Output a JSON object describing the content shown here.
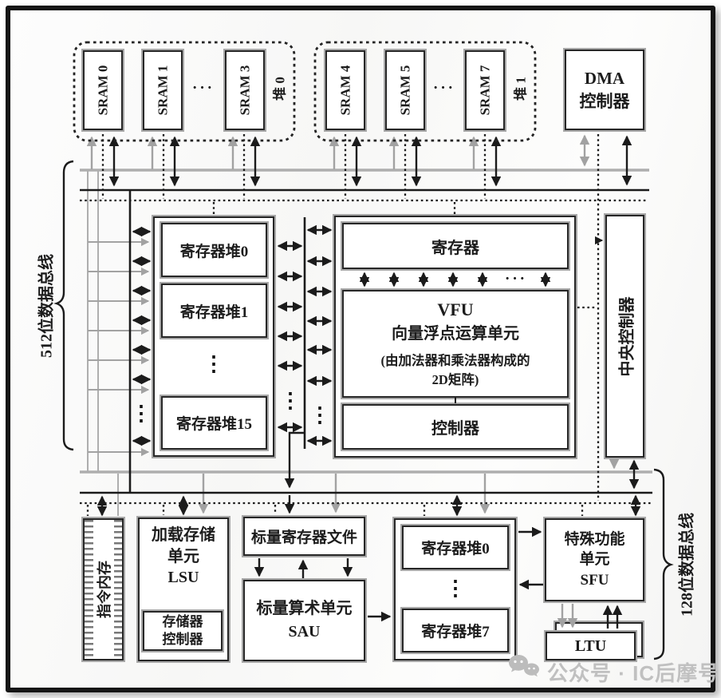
{
  "symbols": {
    "dots_v": "⋮",
    "dots_h": "···"
  },
  "top": {
    "bank0": {
      "label": "堆 0",
      "sram_a": "SRAM 0",
      "sram_b": "SRAM 1",
      "sram_c": "SRAM 3"
    },
    "bank1": {
      "label": "堆 1",
      "sram_a": "SRAM 4",
      "sram_b": "SRAM 5",
      "sram_c": "SRAM 7"
    },
    "dma": {
      "line1": "DMA",
      "line2": "控制器"
    }
  },
  "bus": {
    "left": "512位数据总线",
    "right": "128位数据总线"
  },
  "vector": {
    "rf0": "寄存器堆0",
    "rf1": "寄存器堆1",
    "rf15": "寄存器堆15",
    "vfu_reg": "寄存器",
    "vfu_title": "VFU",
    "vfu_sub": "向量浮点运算单元",
    "vfu_note1": "(由加法器和乘法器构成的",
    "vfu_note2": "2D矩阵)",
    "vfu_ctrl": "控制器",
    "central": "中央控制器"
  },
  "scalar": {
    "imem": "指令内存",
    "lsu_l1": "加载存储",
    "lsu_l2": "单元",
    "lsu_l3": "LSU",
    "memctrl_l1": "存储器",
    "memctrl_l2": "控制器",
    "srf": "标量寄存器文件",
    "sau_l1": "标量算术单元",
    "sau_l2": "SAU",
    "rf0": "寄存器堆0",
    "rf7": "寄存器堆7",
    "sfu_l1": "特殊功能",
    "sfu_l2": "单元",
    "sfu_l3": "SFU",
    "ltu": "LTU"
  },
  "watermark": {
    "text": "公众号 · IC后摩号"
  }
}
